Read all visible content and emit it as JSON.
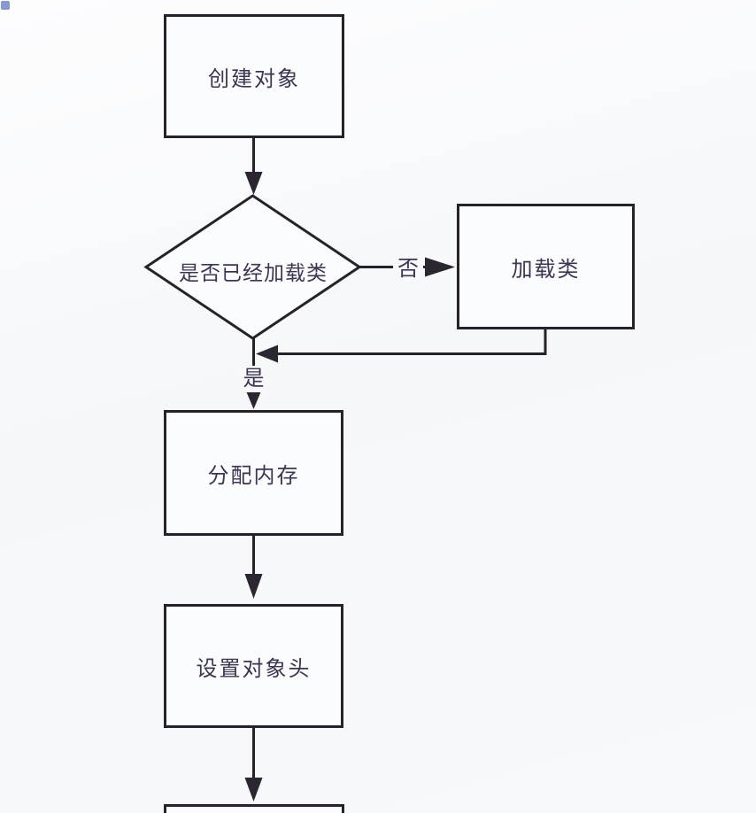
{
  "flowchart": {
    "nodes": [
      {
        "id": "create-object",
        "type": "process",
        "label": "创建对象"
      },
      {
        "id": "is-class-loaded",
        "type": "decision",
        "label": "是否已经加载类"
      },
      {
        "id": "load-class",
        "type": "process",
        "label": "加载类"
      },
      {
        "id": "allocate-memory",
        "type": "process",
        "label": "分配内存"
      },
      {
        "id": "set-object-header",
        "type": "process",
        "label": "设置对象头"
      },
      {
        "id": "next-step-partial",
        "type": "process",
        "label": ""
      }
    ],
    "edges": [
      {
        "from": "create-object",
        "to": "is-class-loaded",
        "label": ""
      },
      {
        "from": "is-class-loaded",
        "to": "load-class",
        "label": "否"
      },
      {
        "from": "load-class",
        "to": "allocate-memory",
        "label": ""
      },
      {
        "from": "is-class-loaded",
        "to": "allocate-memory",
        "label": "是"
      },
      {
        "from": "allocate-memory",
        "to": "set-object-header",
        "label": ""
      },
      {
        "from": "set-object-header",
        "to": "next-step-partial",
        "label": ""
      }
    ],
    "colors": {
      "line": "#25222b",
      "arrowhead": "#2a2730",
      "text": "#3e3453",
      "node_fill": "#fbfcfd",
      "background": "#f6f8f9",
      "corner_mark": "#7a8cd0"
    }
  }
}
